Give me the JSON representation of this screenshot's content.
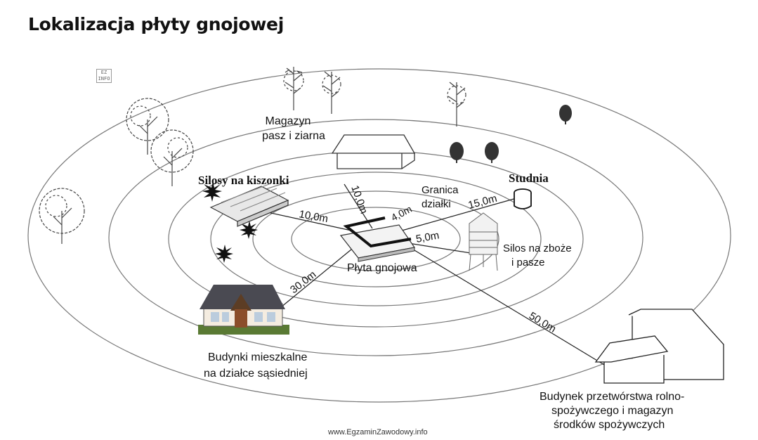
{
  "title": "Lokalizacja płyty gnojowej",
  "logo_text": "EZ INFO",
  "labels": {
    "magazyn": [
      "Magazyn",
      "pasz  i ziarna"
    ],
    "silosy": "Silosy na kiszonki",
    "studnia": "Studnia",
    "granica": [
      "Granica",
      "działki"
    ],
    "silos_zboze": [
      "Silos na zboże",
      "i pasze"
    ],
    "plyta": "Płyta gnojowa",
    "budynki_mieszkalne": [
      "Budynki mieszkalne",
      "na działce sąsiedniej"
    ],
    "budynek_przetworstwa": [
      "Budynek przetwórstwa rolno-",
      "spożywczego i magazyn",
      "środków spożywczych"
    ]
  },
  "distances": {
    "silosy": "10,0m",
    "magazyn": "10,0m",
    "granica": "4,0m",
    "studnia": "15,0m",
    "silos_zboze": "5,0m",
    "budynki_mieszkalne": "30,0m",
    "budynek_przetworstwa": "50,0m"
  },
  "footer": "www.EgzaminZawodowy.info"
}
